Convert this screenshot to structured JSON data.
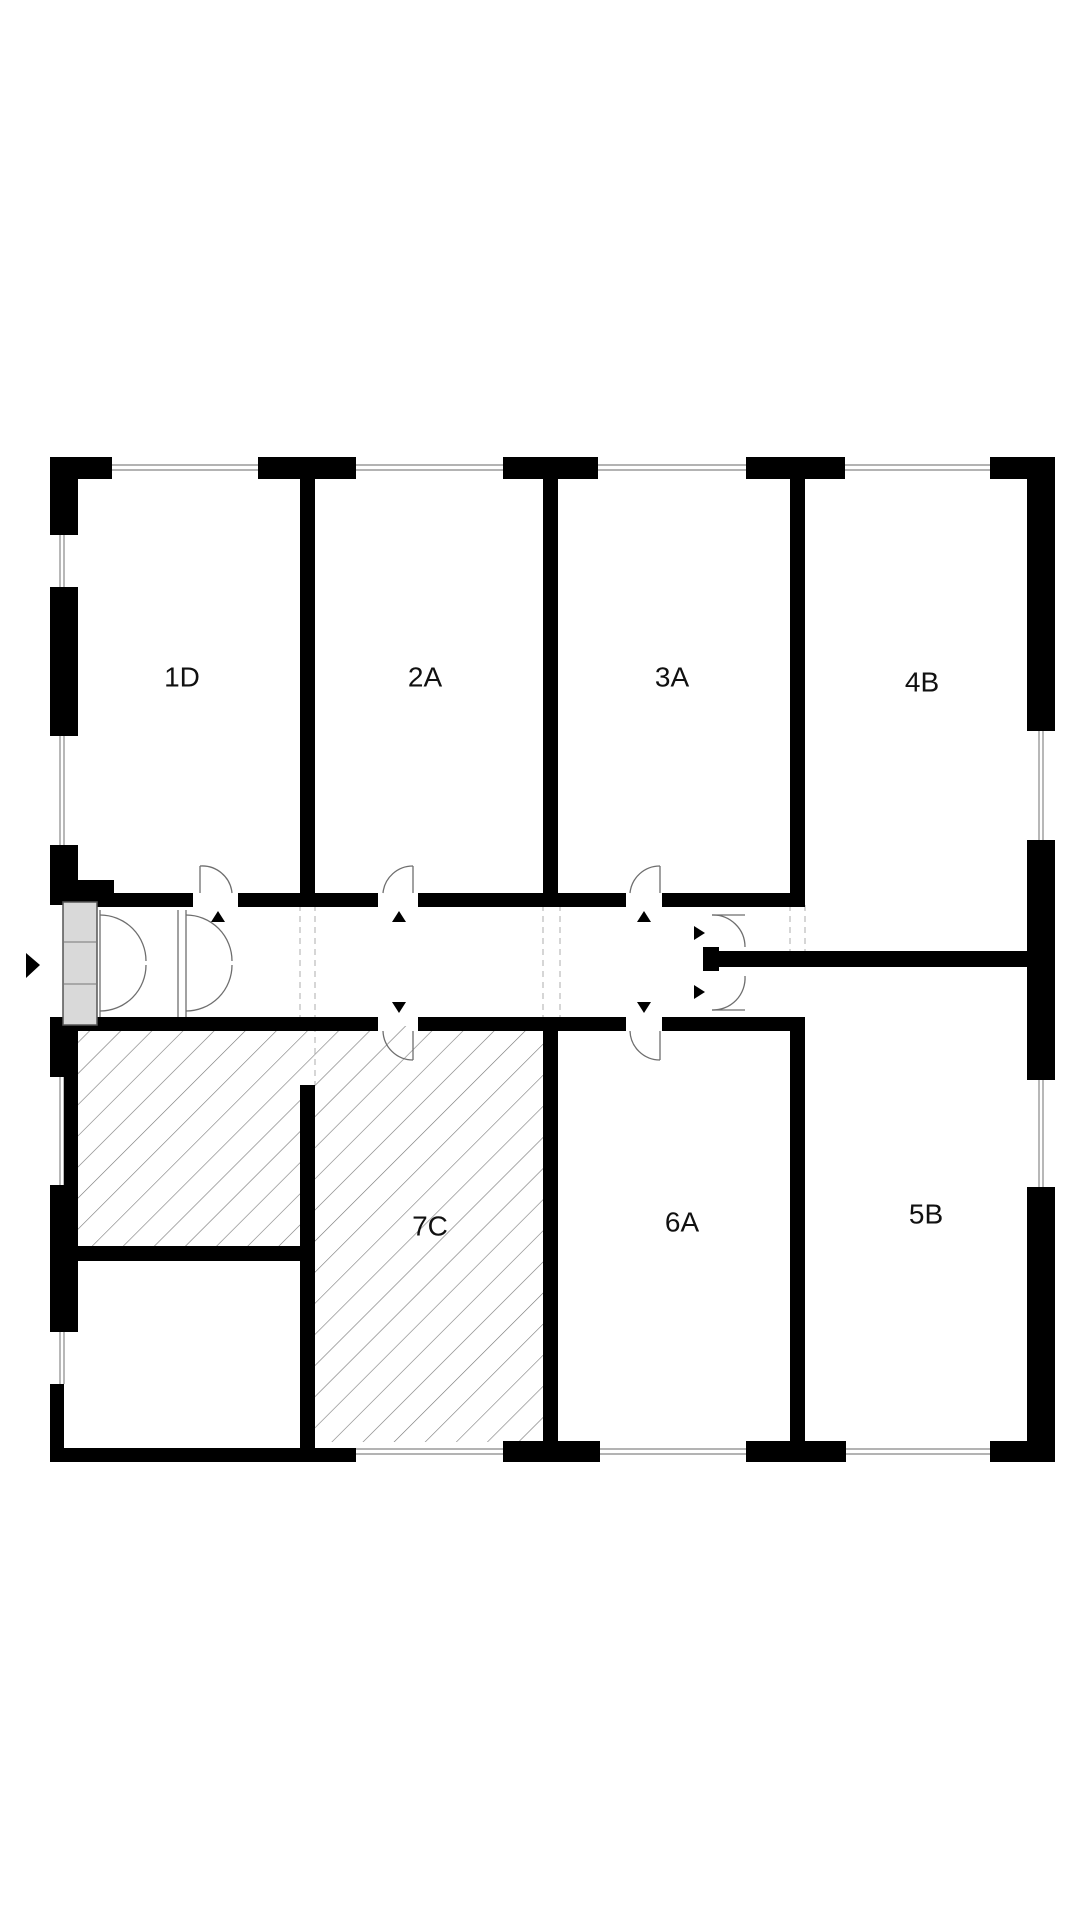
{
  "plan": {
    "rooms": [
      {
        "id": "1D",
        "label": "1D"
      },
      {
        "id": "2A",
        "label": "2A"
      },
      {
        "id": "3A",
        "label": "3A"
      },
      {
        "id": "4B",
        "label": "4B"
      },
      {
        "id": "5B",
        "label": "5B"
      },
      {
        "id": "6A",
        "label": "6A"
      },
      {
        "id": "7C",
        "label": "7C"
      }
    ],
    "colors": {
      "wall": "#000000",
      "window": "#9a9a9a",
      "door": "#7a7a7a",
      "hatch": "#777777",
      "entrance_fill": "#d9d9d9",
      "background": "#ffffff"
    }
  }
}
